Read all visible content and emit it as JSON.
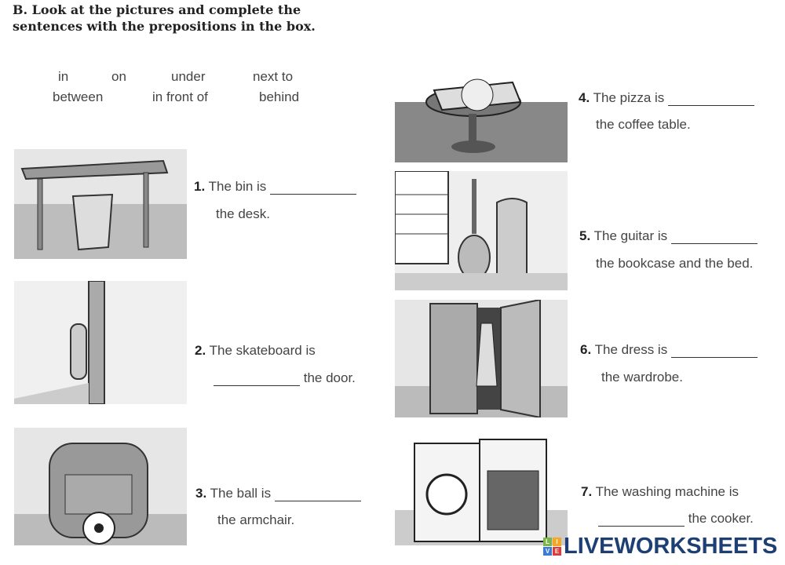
{
  "instructions": "B. Look at the pictures and complete the sentences with the prepositions in the box.",
  "word_box": [
    "in",
    "on",
    "under",
    "next to",
    "between",
    "in front of",
    "behind"
  ],
  "exercises": [
    {
      "num": "1.",
      "before": "The bin is",
      "after": "the desk.",
      "answer": ""
    },
    {
      "num": "2.",
      "before": "The skateboard is",
      "after": "the door.",
      "answer": ""
    },
    {
      "num": "3.",
      "before": "The ball is",
      "after": "the armchair.",
      "answer": ""
    },
    {
      "num": "4.",
      "before": "The pizza is",
      "after": "the coffee table.",
      "answer": ""
    },
    {
      "num": "5.",
      "before": "The guitar is",
      "after": "the bookcase and the bed.",
      "answer": ""
    },
    {
      "num": "6.",
      "before": "The dress is",
      "after": "the wardrobe.",
      "answer": ""
    },
    {
      "num": "7.",
      "before": "The washing machine is",
      "after": "the cooker.",
      "answer": ""
    }
  ],
  "logo": {
    "text": "LIVEWORKSHEETS",
    "tiles": [
      "L",
      "I",
      "V",
      "E"
    ],
    "color": "#1d3f73"
  }
}
